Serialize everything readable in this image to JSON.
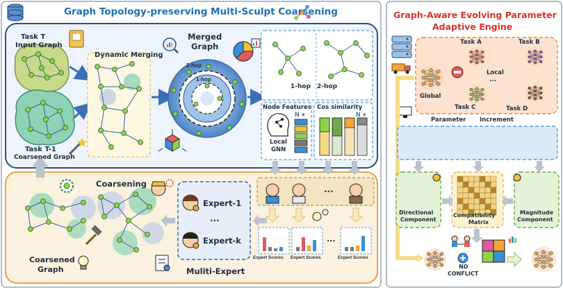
{
  "left_panel": {
    "title": "Graph Topology-preserving Multi-Sculpt Coarsening",
    "task_t_label": "Task T",
    "input_graph_label": "Input Graph",
    "dynamic_merging_label": "Dynamic Merging",
    "merged_graph_label_1": "Merged",
    "merged_graph_label_2": "Graph",
    "hop2_ring_label": "2-hop",
    "hop1_ring_label": "1-hop",
    "task_t1_label": "Task T-1",
    "coarsened_graph_small_label": "Coarsened Graph",
    "hop1_label": "1-hop",
    "hop2_label": "2-hop",
    "node_features_label": "Node Features",
    "cos_similarity_label": "Cos similarity",
    "n_label": "N",
    "times_label": "×",
    "local_gnn_label_1": "Local",
    "local_gnn_label_2": "GNN",
    "coarsening_label": "Coarsening",
    "coarsened_graph_label_1": "Coarsened",
    "coarsened_graph_label_2": "Graph",
    "expert_1_label": "Expert-1",
    "expert_dots": "...",
    "expert_k_label": "Expert-k",
    "multi_expert_label": "Muliti-Expert",
    "expert_scores_label": "Expert Scores",
    "expert_icon_dots": "..."
  },
  "right_panel": {
    "title_line1": "Graph-Aware Evolving Parameter",
    "title_line2": "Adaptive Engine",
    "task_a": "Task A",
    "task_b": "Task B",
    "task_c": "Task C",
    "task_d": "Task D",
    "local_label": "Local",
    "local_dots": "...",
    "global_label": "Global",
    "parameter_label": "Parameter",
    "increment_label": "Increment",
    "directional_1": "Directional",
    "directional_2": "Component",
    "compatibility_1": "Compatibility",
    "compatibility_2": "Matrix",
    "magnitude_1": "Magnitude",
    "magnitude_2": "Component",
    "no_label": "NO",
    "conflict_label": "CONFLICT"
  },
  "colors": {
    "left_title": "#1f6fb5",
    "right_title": "#d9322b",
    "left_top_fill": "#eef4fb",
    "left_top_border": "#2b4d7a",
    "bottom_fill": "#fbf1df",
    "bottom_border": "#e3a44a",
    "node_green": "#8cd34a",
    "edge_blue": "#3a5fa0",
    "task_t_graph": "#c8d98a",
    "task_t1_graph": "#8fd3b6",
    "ring_blue": "#5b9bd5",
    "net_orange_bg": "#fde3cf",
    "net_blue_bg": "#dceaf7",
    "net_green_bg": "#e4f2d7",
    "matrix_gold": "#d4a93a"
  },
  "icons": [
    "database-icon",
    "book-icon",
    "magnifier-chart-icon",
    "pie-chart-icon",
    "network-icon",
    "cube-icon",
    "magic-wand-icon",
    "gear-icon",
    "person-gear-icon",
    "light-bulb-icon",
    "document-icon",
    "hammer-icon",
    "expert-avatar-icon",
    "server-icon",
    "truck-icon",
    "minus-icon",
    "monitor-icon",
    "emoji-icon",
    "handshake-icon",
    "puzzle-icon",
    "plus-icon"
  ]
}
